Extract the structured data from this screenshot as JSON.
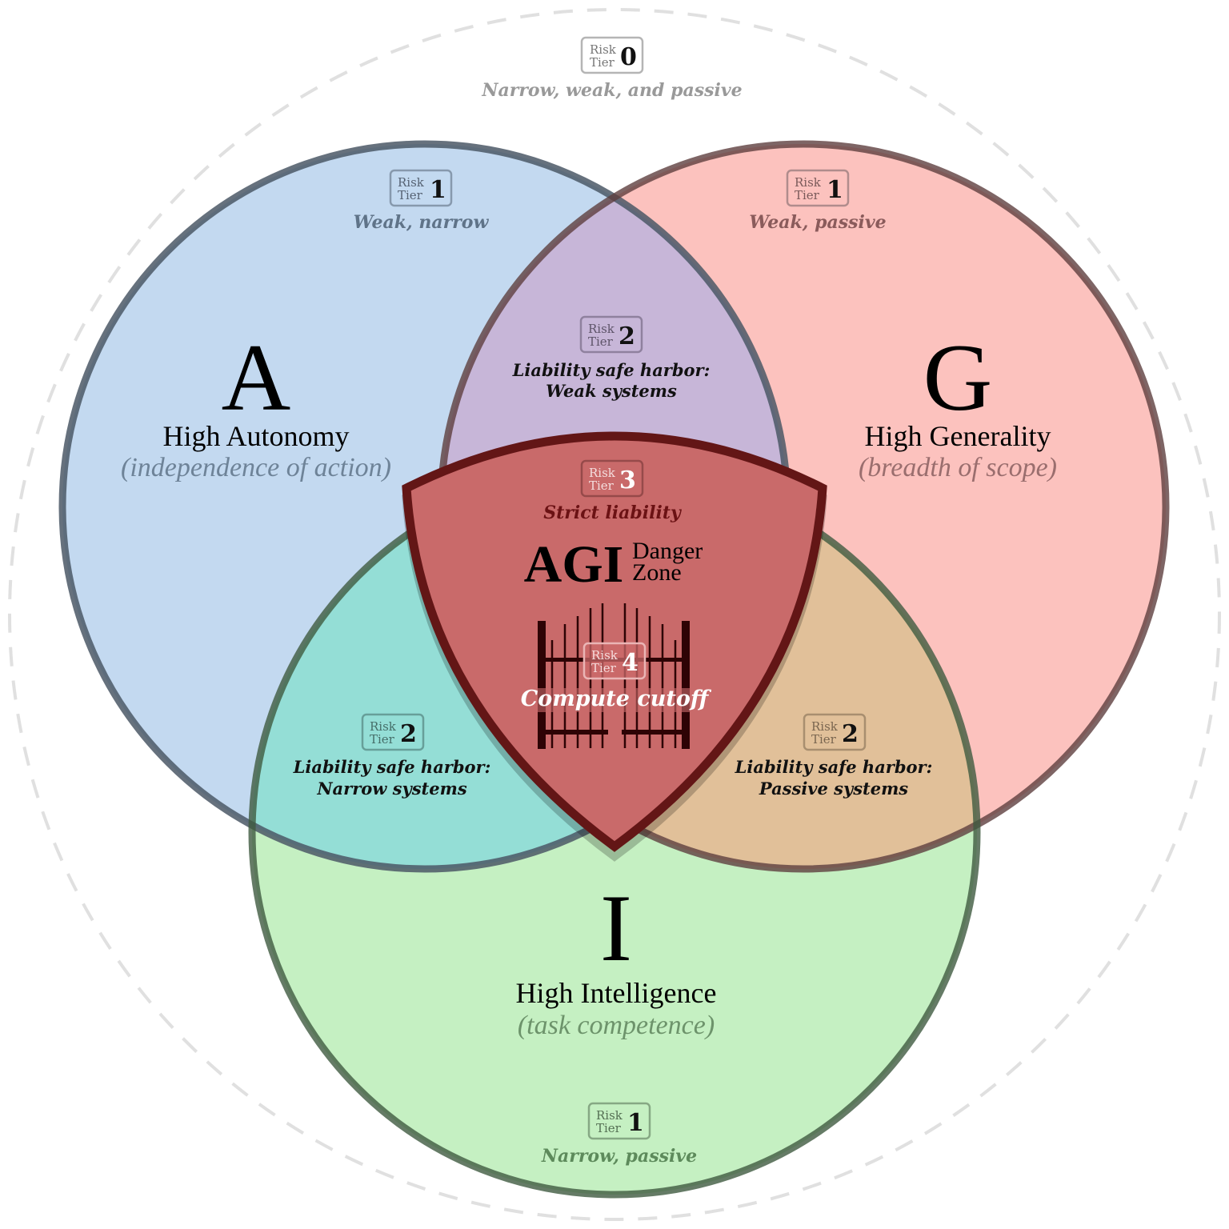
{
  "diagram": {
    "type": "venn",
    "colors": {
      "autonomy_fill": "#c3d9f0",
      "autonomy_stroke": "#5f6b78",
      "generality_fill": "#fcc2be",
      "generality_stroke": "#7a5a5a",
      "intelligence_fill": "#c5f0c2",
      "intelligence_stroke": "#5a745a",
      "ag_overlap": "#c7b6d8",
      "ai_overlap": "#94ded6",
      "gi_overlap": "#e1c099",
      "shield_fill": "#c96a6a",
      "shield_stroke": "#641417",
      "outer_dashed": "#e0e0e0"
    },
    "outer": {
      "tier_label_top": "Risk",
      "tier_label_bottom": "Tier",
      "tier_number": "0",
      "caption": "Narrow, weak, and passive"
    },
    "sets": {
      "autonomy": {
        "letter": "A",
        "title": "High Autonomy",
        "subtitle": "(independence of action)",
        "tier_label_top": "Risk",
        "tier_label_bottom": "Tier",
        "tier_number": "1",
        "caption": "Weak, narrow"
      },
      "generality": {
        "letter": "G",
        "title": "High Generality",
        "subtitle": "(breadth of scope)",
        "tier_label_top": "Risk",
        "tier_label_bottom": "Tier",
        "tier_number": "1",
        "caption": "Weak, passive"
      },
      "intelligence": {
        "letter": "I",
        "title": "High Intelligence",
        "subtitle": "(task competence)",
        "tier_label_top": "Risk",
        "tier_label_bottom": "Tier",
        "tier_number": "1",
        "caption": "Narrow, passive"
      }
    },
    "overlaps": {
      "autonomy_generality": {
        "tier_label_top": "Risk",
        "tier_label_bottom": "Tier",
        "tier_number": "2",
        "line1": "Liability safe harbor:",
        "line2": "Weak systems"
      },
      "autonomy_intelligence": {
        "tier_label_top": "Risk",
        "tier_label_bottom": "Tier",
        "tier_number": "2",
        "line1": "Liability safe harbor:",
        "line2": "Narrow systems"
      },
      "generality_intelligence": {
        "tier_label_top": "Risk",
        "tier_label_bottom": "Tier",
        "tier_number": "2",
        "line1": "Liability safe harbor:",
        "line2": "Passive systems"
      }
    },
    "center": {
      "tier3": {
        "tier_label_top": "Risk",
        "tier_label_bottom": "Tier",
        "tier_number": "3",
        "caption": "Strict liability"
      },
      "agi_label": "AGI",
      "danger_line1": "Danger",
      "danger_line2": "Zone",
      "gate_icon": "gate-icon",
      "tier4": {
        "tier_label_top": "Risk",
        "tier_label_bottom": "Tier",
        "tier_number": "4",
        "caption": "Compute cutoff"
      }
    }
  }
}
